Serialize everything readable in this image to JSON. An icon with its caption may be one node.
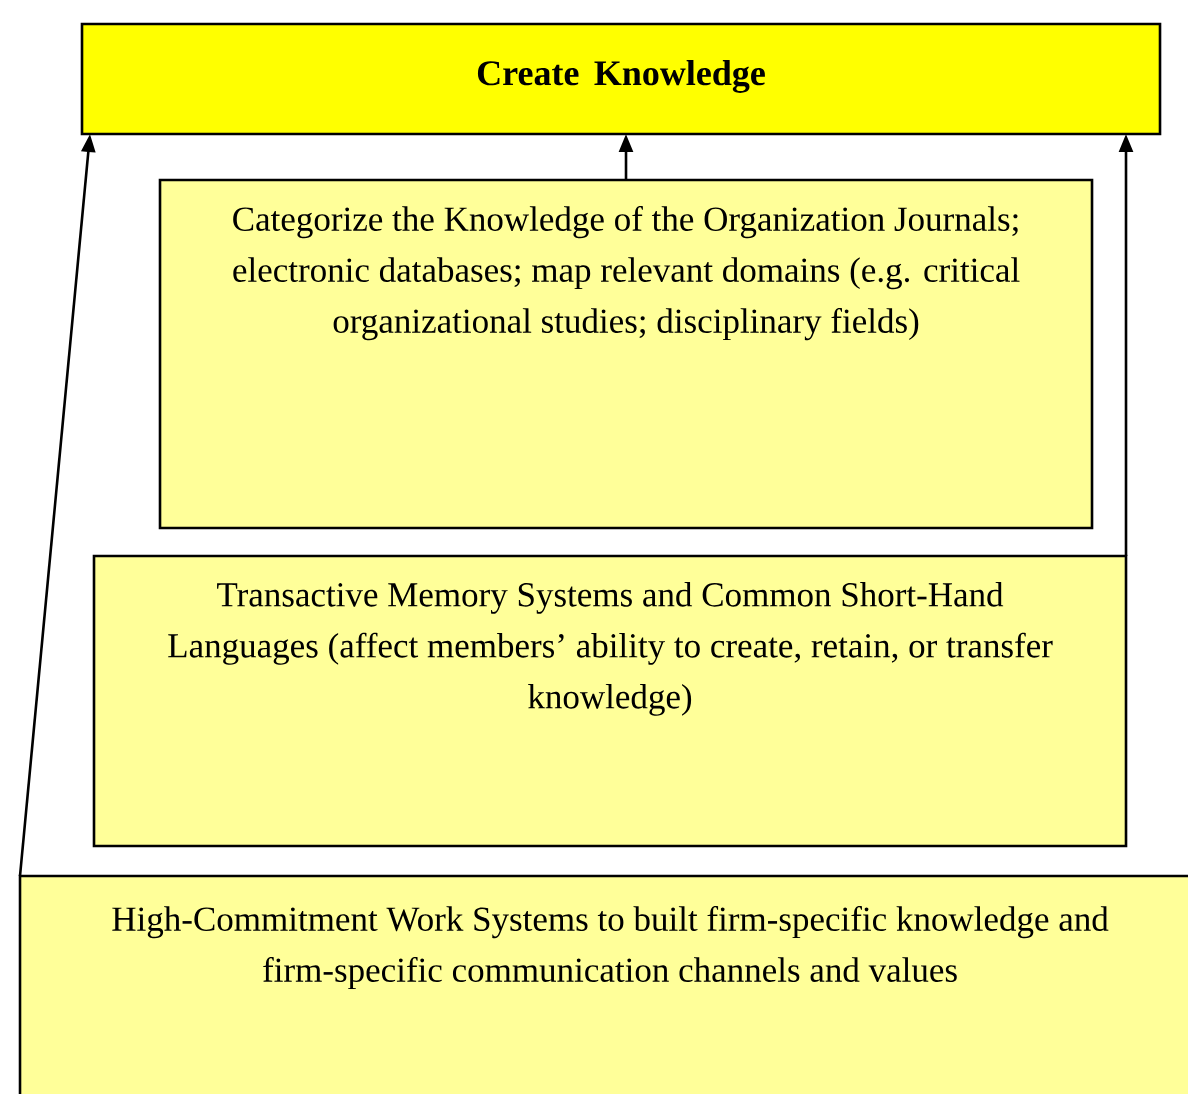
{
  "diagram": {
    "nodes": [
      {
        "text": [
          "Create Knowledge"
        ]
      },
      {
        "text": [
          "Categorize the Knowledge of the Organization Journals; electronic databases; map relevant domains (e.g. critical organizational studies; disciplinary fields)"
        ]
      },
      {
        "text": [
          "Transactive Memory Systems and Common Short-Hand Languages (affect members’ ability to create, retain, or transfer knowledge)"
        ]
      },
      {
        "text": [
          "High-Commitment Work Systems to built firm-specific knowledge and firm-specific communication channels and values"
        ]
      }
    ],
    "edges": [
      {
        "from": 1,
        "to": 0,
        "arrow": "to"
      },
      {
        "from": 2,
        "to": 0,
        "arrow": "to"
      },
      {
        "from": 3,
        "to": 0,
        "arrow": "to"
      }
    ]
  }
}
